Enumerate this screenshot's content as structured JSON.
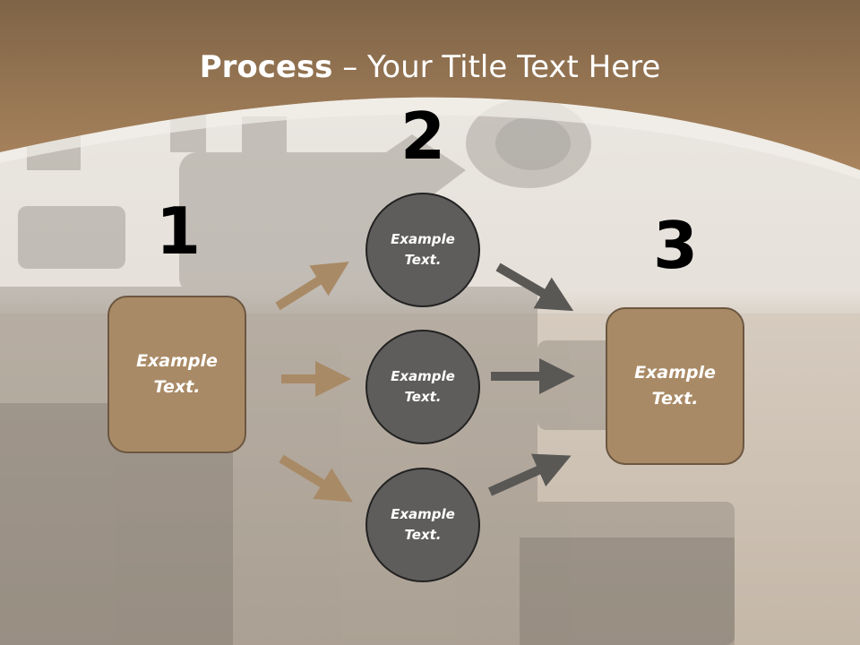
{
  "slide": {
    "title_bold": "Process",
    "title_rest": " – Your Title Text Here",
    "numbers": [
      "1",
      "2",
      "3"
    ],
    "left_box": {
      "text": "Example Text."
    },
    "right_box": {
      "text": "Example Text."
    },
    "circles": [
      {
        "text": "Example Text."
      },
      {
        "text": "Example Text."
      },
      {
        "text": "Example Text."
      }
    ]
  },
  "colors": {
    "header_band": "#a27b55",
    "box_fill": "#a98a66",
    "box_border": "#6b5741",
    "circle_fill": "#5f5d5b",
    "arrow_tan": "#a98a66",
    "arrow_gray": "#5a5855",
    "number_color": "#000000",
    "title_color": "#ffffff"
  },
  "icons": {
    "background": "military-tank-photo",
    "arrows": "arrow-icon"
  }
}
